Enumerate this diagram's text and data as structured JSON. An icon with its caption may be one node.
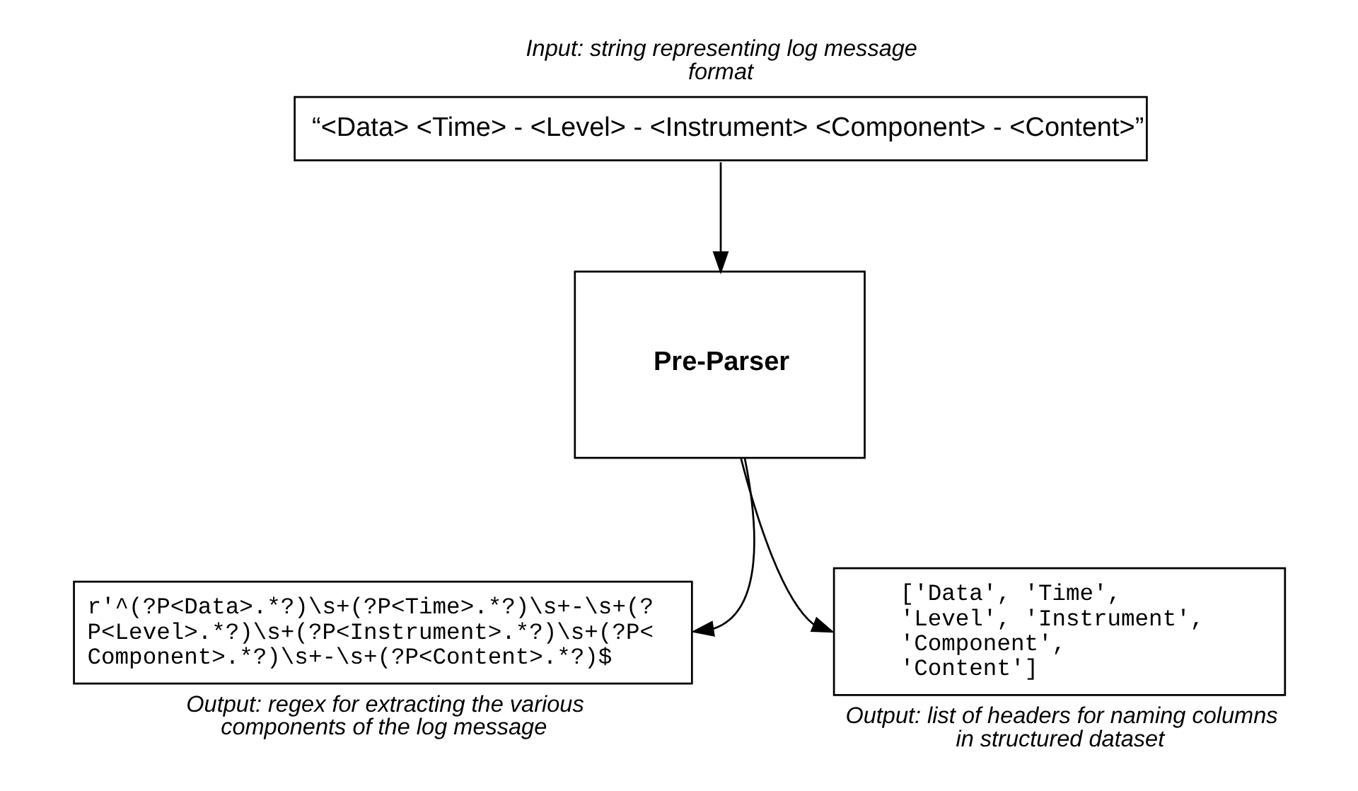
{
  "diagram": {
    "nodes": [
      {
        "text": [
          "“<Data> <Time> - <Level> - <Instrument> <Component> - <Content>”"
        ],
        "beside": [
          "Input: string representing log message format"
        ]
      },
      {
        "text": [
          "Pre-Parser"
        ]
      },
      {
        "text": [
          "r'^(?P<Data>.*?)\\s+(?P<Time>.*?)\\s+-\\s+(?P<Level>.*?)\\s+(?P<Instrument>.*?)\\s+(?P<Component>.*?)\\s+-\\s+(?P<Content>.*?)$"
        ],
        "beside": [
          "Output: regex for extracting the various components of the log message"
        ]
      },
      {
        "text": [
          "['Data', 'Time', 'Level', 'Instrument', 'Component', 'Content']"
        ],
        "beside": [
          "Output: list of headers for naming columns in structured dataset"
        ]
      }
    ],
    "edges": [
      {
        "from": 0,
        "to": 1,
        "arrow": "to"
      },
      {
        "from": 1,
        "to": 2,
        "arrow": "to"
      },
      {
        "from": 1,
        "to": 3,
        "arrow": "to"
      }
    ]
  }
}
